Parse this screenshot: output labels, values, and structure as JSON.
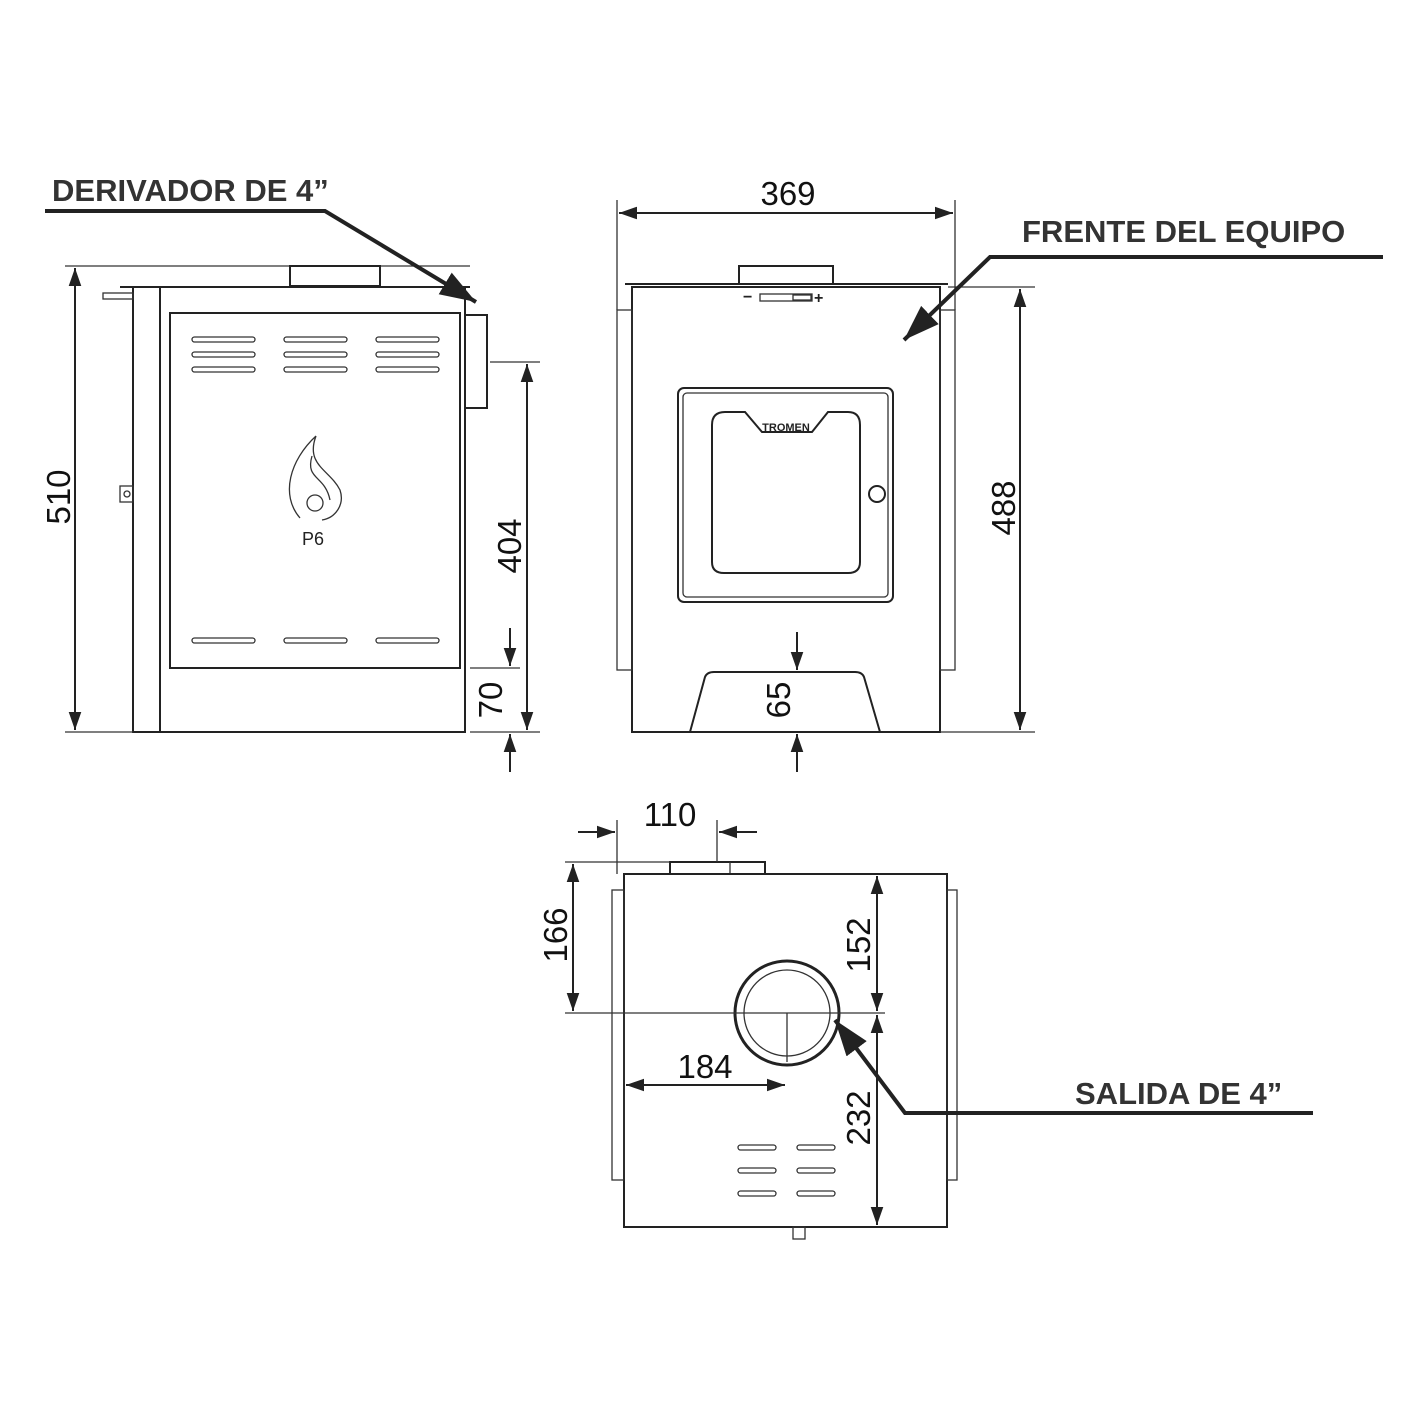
{
  "labels": {
    "derivador": "DERIVADOR DE 4”",
    "frente": "FRENTE DEL EQUIPO",
    "salida": "SALIDA DE 4”"
  },
  "dimensions": {
    "side_height": "510",
    "side_upper": "404",
    "side_base": "70",
    "front_width": "369",
    "front_height": "488",
    "front_base": "65",
    "top_collar_width": "110",
    "top_collar_to_center": "166",
    "top_front_to_center": "152",
    "top_center_to_back": "232",
    "top_side_to_center": "184"
  },
  "logos": {
    "door_brand": "TROMEN",
    "side_emblem": "P6"
  },
  "control": {
    "minus": "−",
    "plus": "+"
  }
}
